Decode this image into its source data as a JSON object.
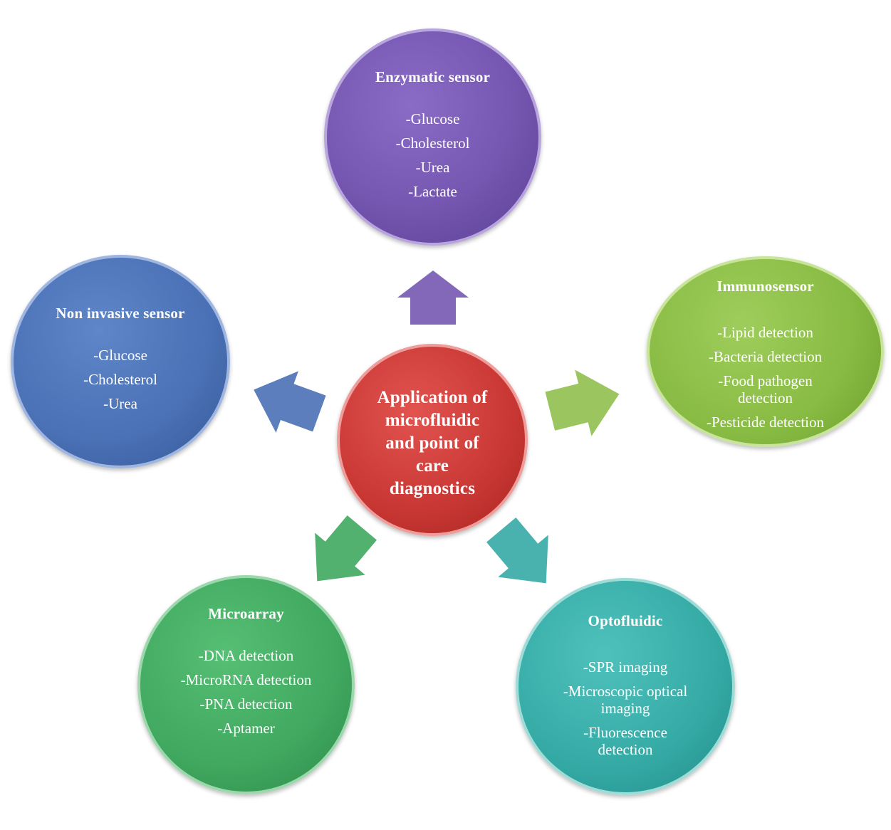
{
  "center": {
    "lines": [
      "Application of",
      "microfluidic",
      "and point of",
      "care",
      "diagnostics"
    ]
  },
  "nodes": {
    "enzymatic": {
      "title": "Enzymatic sensor",
      "items": [
        "-Glucose",
        "-Cholesterol",
        "-Urea",
        "-Lactate"
      ]
    },
    "immuno": {
      "title": "Immunosensor",
      "items": [
        "-Lipid detection",
        "-Bacteria detection",
        "-Food pathogen detection",
        "-Pesticide detection"
      ]
    },
    "noninvasive": {
      "title": "Non invasive sensor",
      "items": [
        "-Glucose",
        "-Cholesterol",
        "-Urea"
      ]
    },
    "microarray": {
      "title": "Microarray",
      "items": [
        "-DNA detection",
        "-MicroRNA detection",
        "-PNA detection",
        "-Aptamer"
      ]
    },
    "optofluidic": {
      "title": "Optofluidic",
      "items": [
        "-SPR imaging",
        "-Microscopic optical imaging",
        "-Fluorescence detection"
      ]
    }
  },
  "colors": {
    "center": "#c83733",
    "enzymatic": "#7556b0",
    "immuno": "#88bb43",
    "noninvasive": "#4a70b5",
    "microarray": "#40a85f",
    "optofluidic": "#35aaa5"
  }
}
